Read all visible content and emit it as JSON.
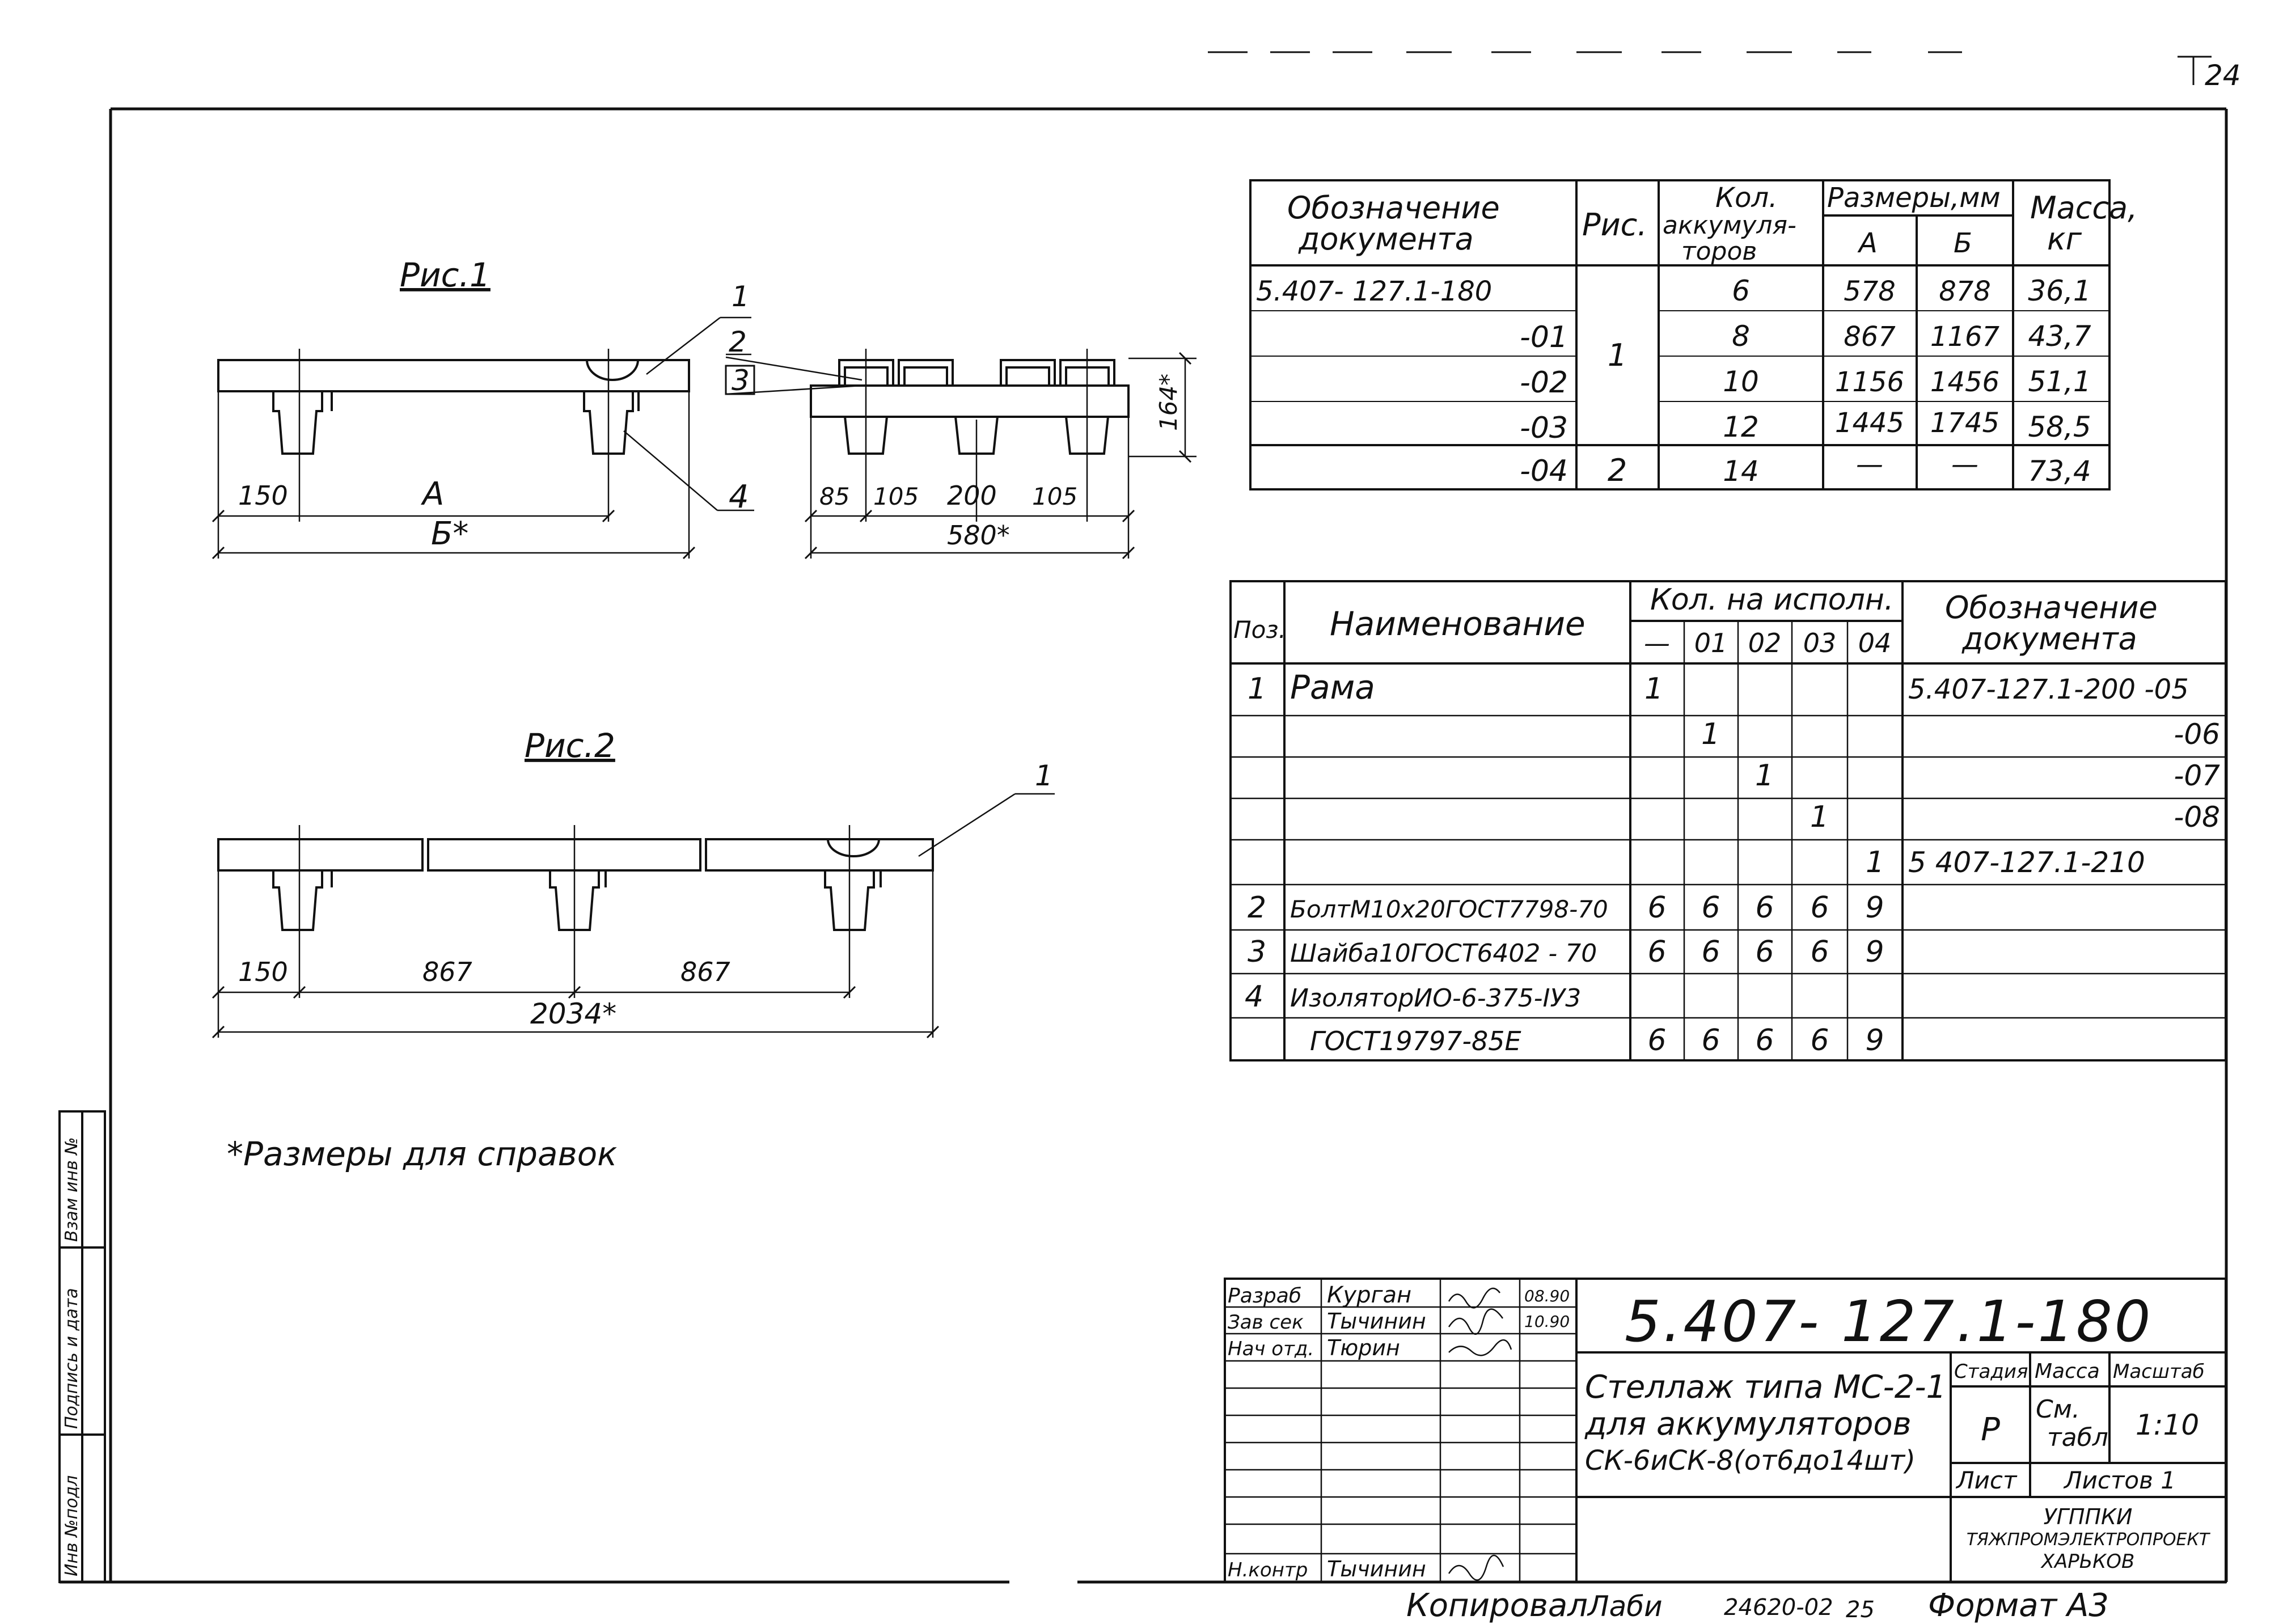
{
  "sheet": {
    "page_number": "24",
    "footnote": "*Размеры для справок",
    "copy_line": "Копировал",
    "copy_sign": "Лаби",
    "copy_code": "24620-02",
    "copy_num": "25",
    "format": "Формат А3"
  },
  "fig1": {
    "title": "Рис.1",
    "callouts": [
      "1",
      "2",
      "3",
      "4"
    ],
    "dims": {
      "d150": "150",
      "dA": "А",
      "dB": "Б*",
      "d85": "85",
      "d105a": "105",
      "d200": "200",
      "d105b": "105",
      "d580": "580*",
      "d164": "164*"
    }
  },
  "fig2": {
    "title": "Рис.2",
    "callout": "1",
    "dims": {
      "d150": "150",
      "d867a": "867",
      "d867b": "867",
      "d2034": "2034*"
    }
  },
  "variants_table": {
    "headers": {
      "designation": [
        "Обозначение",
        "документа"
      ],
      "fig": "Рис.",
      "count": [
        "Кол.",
        "аккумуля-",
        "торов"
      ],
      "sizes": "Размеры,мм",
      "a": "А",
      "b": "Б",
      "mass": [
        "Масса,",
        "кг"
      ]
    },
    "rows": [
      {
        "designation": "5.407- 127.1-180",
        "count": "6",
        "a": "578",
        "b": "878",
        "mass": "36,1"
      },
      {
        "designation": "-01",
        "count": "8",
        "a": "867",
        "b": "1167",
        "mass": "43,7"
      },
      {
        "designation": "-02",
        "count": "10",
        "a": "1156",
        "b": "1456",
        "mass": "51,1"
      },
      {
        "designation": "-03",
        "count": "12",
        "a": "1445",
        "b": "1745",
        "mass": "58,5"
      },
      {
        "designation": "-04",
        "count": "14",
        "a": "—",
        "b": "—",
        "mass": "73,4"
      }
    ],
    "fig_values": [
      "1",
      "2"
    ]
  },
  "spec_table": {
    "headers": {
      "pos": "Поз.",
      "name": "Наименование",
      "qty": "Кол. на исполн.",
      "cols": [
        "—",
        "01",
        "02",
        "03",
        "04"
      ],
      "doc": [
        "Обозначение",
        "документа"
      ]
    },
    "rows": [
      {
        "pos": "1",
        "name": "Рама",
        "q": [
          "1",
          "",
          "",
          "",
          ""
        ],
        "doc": "5.407-127.1-200 -05"
      },
      {
        "pos": "",
        "name": "",
        "q": [
          "",
          "1",
          "",
          "",
          ""
        ],
        "doc": "-06"
      },
      {
        "pos": "",
        "name": "",
        "q": [
          "",
          "",
          "1",
          "",
          ""
        ],
        "doc": "-07"
      },
      {
        "pos": "",
        "name": "",
        "q": [
          "",
          "",
          "",
          "1",
          ""
        ],
        "doc": "-08"
      },
      {
        "pos": "",
        "name": "",
        "q": [
          "",
          "",
          "",
          "",
          "1"
        ],
        "doc": "5 407-127.1-210"
      },
      {
        "pos": "2",
        "name": "БолтМ10х20ГОСТ7798-70",
        "q": [
          "6",
          "6",
          "6",
          "6",
          "9"
        ],
        "doc": ""
      },
      {
        "pos": "3",
        "name": "Шайба10ГОСТ6402 - 70",
        "q": [
          "6",
          "6",
          "6",
          "6",
          "9"
        ],
        "doc": ""
      },
      {
        "pos": "4",
        "name": "ИзоляторИО-6-375-IУ3",
        "q": [
          "",
          "",
          "",
          "",
          ""
        ],
        "doc": ""
      },
      {
        "pos": "",
        "name": "ГОСТ19797-85Е",
        "q": [
          "6",
          "6",
          "6",
          "6",
          "9"
        ],
        "doc": ""
      }
    ]
  },
  "side_stamp": [
    "Инв №подл",
    "Подпись и дата",
    "Взам инв №"
  ],
  "title_block": {
    "doc_number": "5.407- 127.1-180",
    "roles": [
      "Разраб",
      "Зав сек",
      "Нач отд.",
      "Н.контр"
    ],
    "names": [
      "Курган",
      "Тычинин",
      "Тюрин",
      "Тычинин"
    ],
    "dates": [
      "08.90",
      "10.90"
    ],
    "title_lines": [
      "Стеллаж типа МС-2-1",
      "для аккумуляторов",
      "СК-6иСК-8(от6до14шт)"
    ],
    "stage_label": "Стадия",
    "mass_label": "Масса",
    "scale_label": "Масштаб",
    "stage": "Р",
    "mass_lines": [
      "См.",
      "табл"
    ],
    "scale": "1:10",
    "sheet_label": "Лист",
    "sheets_label": "Листов 1",
    "org_lines": [
      "УГППКИ",
      "ТЯЖПРОМЭЛЕКТРОПРОЕКТ",
      "ХАРЬКОВ"
    ]
  }
}
